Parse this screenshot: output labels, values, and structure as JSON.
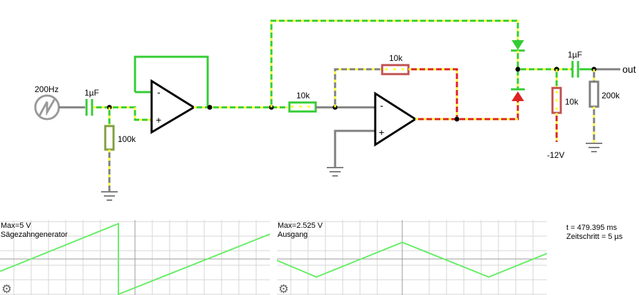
{
  "circuit": {
    "source_label": "200Hz",
    "cap_in_label": "1µF",
    "r_ground_label": "100k",
    "r_input_label": "10k",
    "r_feedback_label": "10k",
    "r_load_label": "10k",
    "cap_out_label": "1µF",
    "r_out_label": "200k",
    "output_label": "out",
    "supply_label": "-12V",
    "colors": {
      "wire_green": "#33cc33",
      "current_yellow": "#ffff33",
      "neutral_gray": "#7f7f7f",
      "negative_red": "#dd2222",
      "component_black": "#000000"
    }
  },
  "scopes": [
    {
      "max_text": "Max=5 V",
      "name_text": "Sägezahngenerator",
      "settings_icon": "gear-icon"
    },
    {
      "max_text": "Max=2.525 V",
      "name_text": "Ausgang",
      "settings_icon": "gear-icon"
    }
  ],
  "sim_info": {
    "time": "t = 479.395 ms",
    "timestep": "Zeitschritt = 5 µs"
  }
}
